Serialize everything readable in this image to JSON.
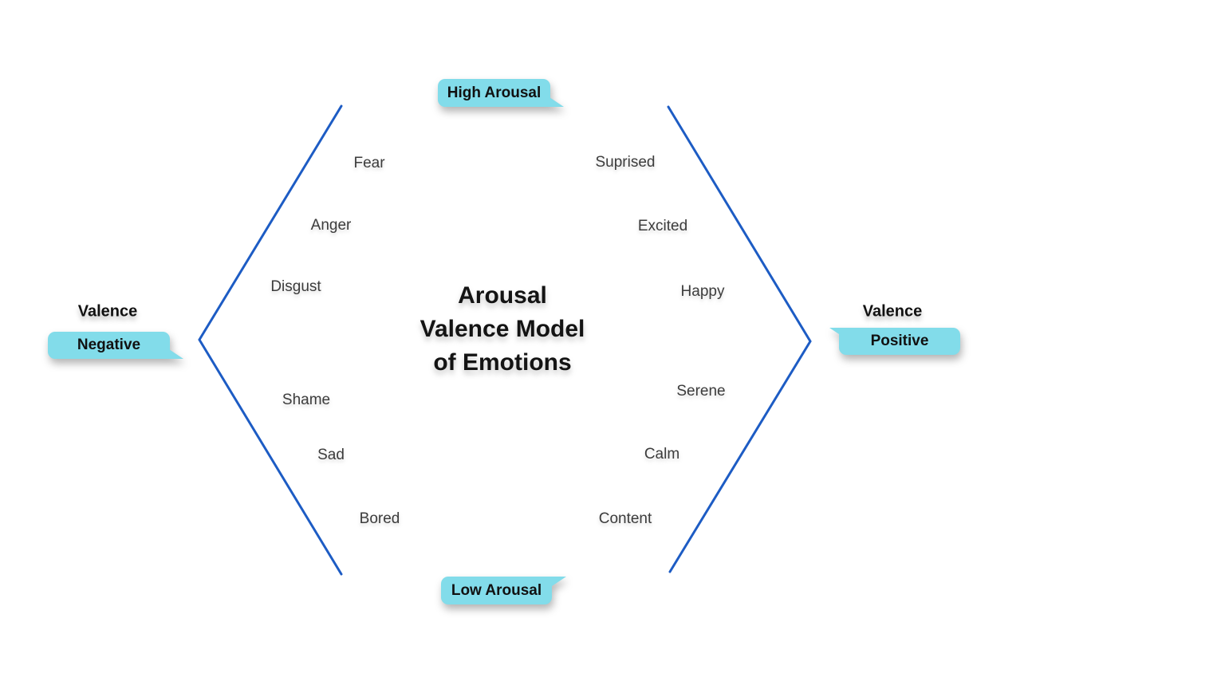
{
  "title": {
    "line1": "Arousal",
    "line2": "Valence Model",
    "line3": "of Emotions"
  },
  "axes": {
    "top_label": "High Arousal",
    "bottom_label": "Low Arousal",
    "left_heading": "Valence",
    "left_label": "Negative",
    "right_heading": "Valence",
    "right_label": "Positive"
  },
  "quadrants": {
    "negative_high": [
      "Fear",
      "Anger",
      "Disgust"
    ],
    "negative_low": [
      "Shame",
      "Sad",
      "Bored"
    ],
    "positive_high": [
      "Suprised",
      "Excited",
      "Happy"
    ],
    "positive_low": [
      "Serene",
      "Calm",
      "Content"
    ]
  },
  "colors": {
    "badge_fill": "#82dcea",
    "line_stroke": "#1d5cc4",
    "emotion_text": "#3c3c3c",
    "title_text": "#141414"
  }
}
